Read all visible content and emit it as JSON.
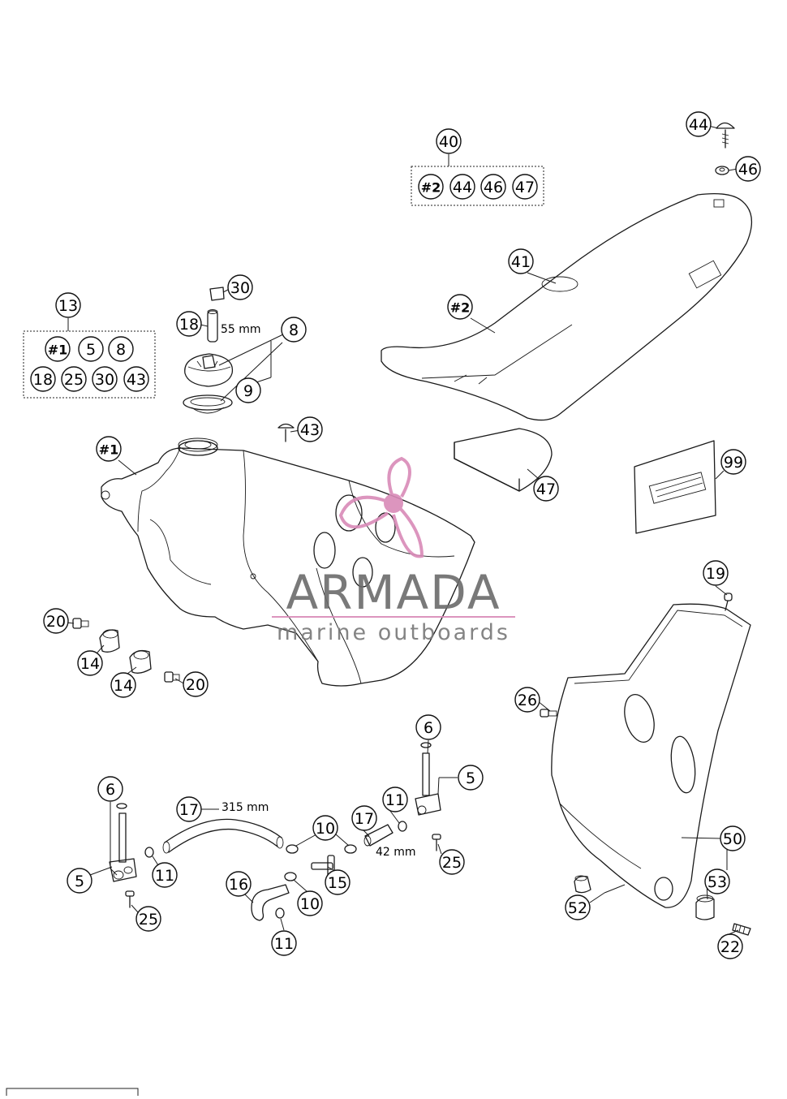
{
  "diagram": {
    "dimensions": {
      "hose_short": "55 mm",
      "hose_long": "315 mm",
      "hose_mid": "42 mm"
    },
    "kits": [
      {
        "id": "kit-13",
        "label": "13",
        "items": [
          "#1",
          "5",
          "8",
          "18",
          "25",
          "30",
          "43"
        ]
      },
      {
        "id": "kit-40",
        "label": "40",
        "items": [
          "#2",
          "44",
          "46",
          "47"
        ]
      }
    ],
    "callouts": [
      "44",
      "46",
      "40",
      "41",
      "#2",
      "30",
      "18",
      "8",
      "9",
      "13",
      "43",
      "#1",
      "47",
      "99",
      "19",
      "20",
      "14",
      "14",
      "20",
      "26",
      "6",
      "6",
      "5",
      "5",
      "17",
      "17",
      "10",
      "10",
      "11",
      "11",
      "11",
      "15",
      "16",
      "25",
      "25",
      "50",
      "53",
      "52",
      "22"
    ],
    "watermark": {
      "title": "ARMADA",
      "subtitle": "marine outboards",
      "color_primary": "#d98ab8",
      "color_text": "#6b6b6b"
    },
    "footer": {
      "code": ""
    }
  }
}
